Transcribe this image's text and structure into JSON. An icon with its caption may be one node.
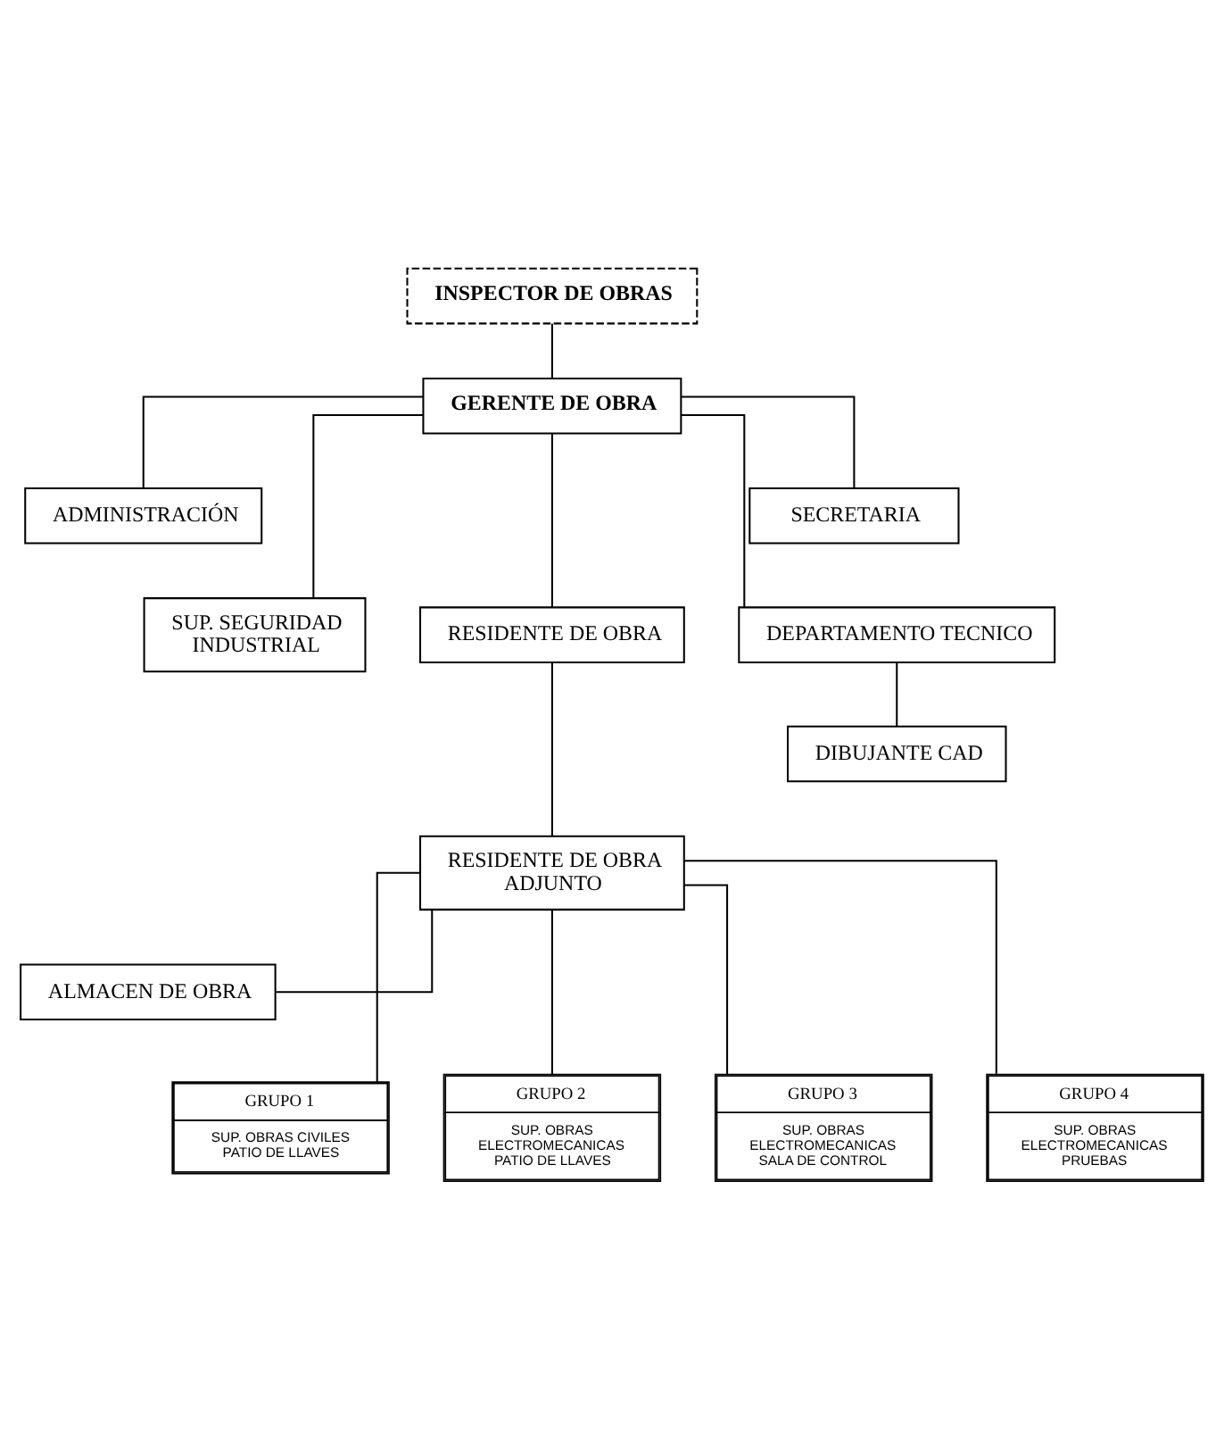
{
  "diagram": {
    "nodes": [
      {
        "text": [
          "INSPECTOR DE OBRAS"
        ]
      },
      {
        "text": [
          "GERENTE DE OBRA"
        ]
      },
      {
        "text": [
          "ADMINISTRACIÓN"
        ]
      },
      {
        "text": [
          "SECRETARIA"
        ]
      },
      {
        "text": [
          "SUP. SEGURIDAD INDUSTRIAL"
        ]
      },
      {
        "text": [
          "RESIDENTE DE OBRA"
        ]
      },
      {
        "text": [
          "DEPARTAMENTO TECNICO"
        ]
      },
      {
        "text": [
          "DIBUJANTE CAD"
        ]
      },
      {
        "text": [
          "RESIDENTE DE OBRA ADJUNTO"
        ]
      },
      {
        "text": [
          "ALMACEN DE OBRA"
        ]
      },
      {
        "text": [
          "GRUPO 1",
          "SUP. OBRAS CIVILES PATIO DE LLAVES"
        ]
      },
      {
        "text": [
          "GRUPO 2",
          "SUP. OBRAS ELECTROMECANICAS PATIO DE LLAVES"
        ]
      },
      {
        "text": [
          "GRUPO 3",
          "SUP. OBRAS ELECTROMECANICAS SALA DE CONTROL"
        ]
      },
      {
        "text": [
          "GRUPO 4",
          "SUP. OBRAS ELECTROMECANICAS PRUEBAS"
        ]
      }
    ],
    "edges": [
      {
        "from": 0,
        "to": 1,
        "arrow": "none"
      },
      {
        "from": 1,
        "to": 2,
        "arrow": "none"
      },
      {
        "from": 1,
        "to": 3,
        "arrow": "none"
      },
      {
        "from": 1,
        "to": 4,
        "arrow": "none"
      },
      {
        "from": 1,
        "to": 5,
        "arrow": "none"
      },
      {
        "from": 1,
        "to": 6,
        "arrow": "none"
      },
      {
        "from": 6,
        "to": 7,
        "arrow": "none"
      },
      {
        "from": 5,
        "to": 8,
        "arrow": "none"
      },
      {
        "from": 8,
        "to": 9,
        "arrow": "none"
      },
      {
        "from": 8,
        "to": 10,
        "arrow": "none"
      },
      {
        "from": 8,
        "to": 11,
        "arrow": "none"
      },
      {
        "from": 8,
        "to": 12,
        "arrow": "none"
      },
      {
        "from": 8,
        "to": 13,
        "arrow": "none"
      }
    ]
  }
}
